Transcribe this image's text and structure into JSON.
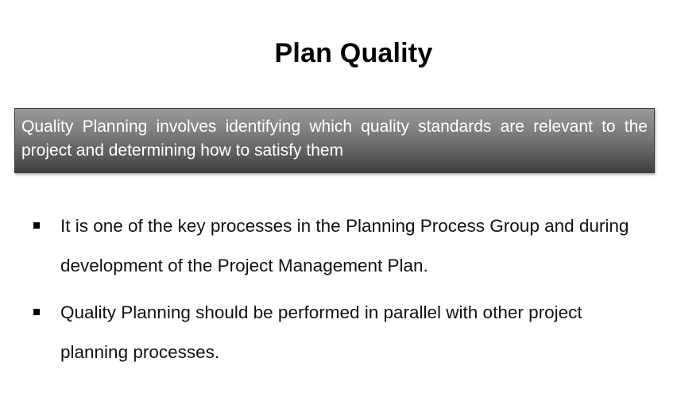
{
  "slide": {
    "title": "Plan Quality",
    "callout": "Quality Planning involves identifying which quality standards are relevant to the project and determining how to satisfy them",
    "bullets": [
      {
        "text": "It is one of the key processes in the Planning Process Group and during development of the Project Management Plan."
      },
      {
        "text": "Quality Planning should be performed in parallel with other project planning processes."
      }
    ]
  },
  "colors": {
    "callout_text": "#ffffff",
    "callout_background_top": "#9a9a9a",
    "callout_background_bottom": "#3f3f3f",
    "title": "#000000",
    "body_text": "#111111"
  },
  "icons": {
    "bullet": "square-bullet-icon"
  }
}
